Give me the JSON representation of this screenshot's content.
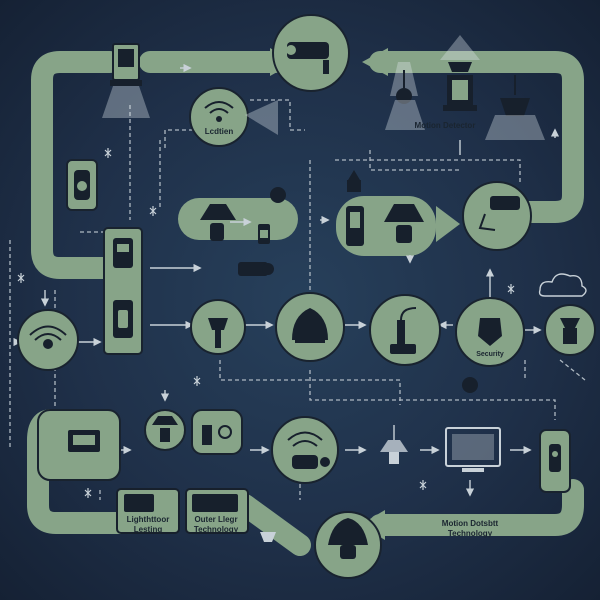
{
  "labels": {
    "wifi_node": "Lcdtien",
    "motion_top": "Motion Detector",
    "security": "Security",
    "lighting_left": "Lighthttoor",
    "lighting_left_sub": "Lesting",
    "outer_tech": "Outer Llegr",
    "outer_tech_sub": "Technology",
    "motion_bottom": "Motion Dotsbtt",
    "motion_bottom_sub": "Technology"
  },
  "colors": {
    "background": "#1f3049",
    "band": "#87a488",
    "icon_ink": "#17202c",
    "connector": "#c8d1d8"
  }
}
